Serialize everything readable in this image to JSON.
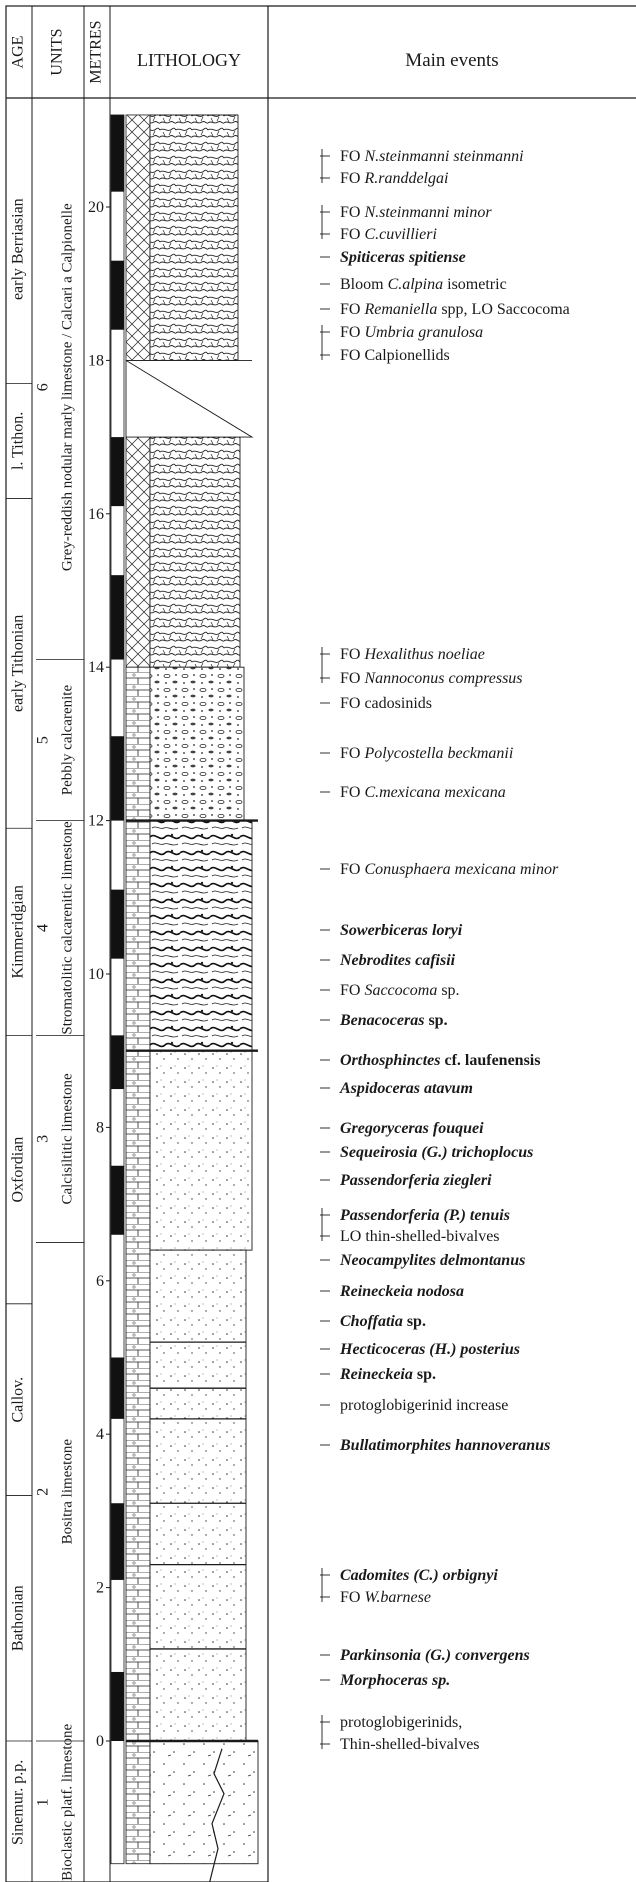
{
  "headers": {
    "age": "AGE",
    "units": "UNITS",
    "metres": "METRES",
    "lithology": "LITHOLOGY",
    "events": "Main events"
  },
  "ages": [
    {
      "label": "early Berriasian"
    },
    {
      "label": "l. Tithon."
    },
    {
      "label": "early Tithonian"
    },
    {
      "label": "Kimmeridgian"
    },
    {
      "label": "Oxfordian"
    },
    {
      "label": "Callov."
    },
    {
      "label": "Bathonian"
    },
    {
      "label": "Sinemur. p.p."
    }
  ],
  "units": [
    {
      "number": "6",
      "name": "Grey-reddish nodular marly limestone / Calcari a Calpionelle"
    },
    {
      "number": "5",
      "name": "Pebbly calcarenite"
    },
    {
      "number": "4",
      "name": "Stromatolitic calcarenitic limestone"
    },
    {
      "number": "3",
      "name": "Calcisiltitic limestone"
    },
    {
      "number": "2",
      "name": "Bositra limestone"
    },
    {
      "number": "1",
      "name": "Bioclastic platf. limestone"
    }
  ],
  "metres": [
    "20",
    "18",
    "16",
    "14",
    "12",
    "10",
    "8",
    "6",
    "4",
    "2",
    "0"
  ],
  "events": [
    {
      "prefix": "FO ",
      "name": "N.steinmanni steinmanni",
      "suffix": "",
      "style": "fo"
    },
    {
      "prefix": "FO ",
      "name": "R.randdelgai",
      "suffix": "",
      "style": "fo"
    },
    {
      "prefix": "FO ",
      "name": "N.steinmanni minor",
      "suffix": "",
      "style": "fo"
    },
    {
      "prefix": "FO ",
      "name": "C.cuvillieri",
      "suffix": "",
      "style": "fo"
    },
    {
      "prefix": "",
      "name": "Spiticeras spitiense",
      "suffix": "",
      "style": "amm"
    },
    {
      "prefix": "Bloom ",
      "name": "C.alpina",
      "suffix": " isometric",
      "style": "fo"
    },
    {
      "prefix": "FO ",
      "name": "Remaniella",
      "suffix": " spp, LO Saccocoma",
      "style": "fo"
    },
    {
      "prefix": "FO ",
      "name": "Umbria granulosa",
      "suffix": "",
      "style": "fo"
    },
    {
      "prefix": "FO Calpionellids",
      "name": "",
      "suffix": "",
      "style": "fo"
    },
    {
      "prefix": "FO ",
      "name": "Hexalithus noeliae",
      "suffix": "",
      "style": "fo"
    },
    {
      "prefix": "FO ",
      "name": "Nannoconus compressus",
      "suffix": "",
      "style": "fo"
    },
    {
      "prefix": "FO cadosinids",
      "name": "",
      "suffix": "",
      "style": "fo"
    },
    {
      "prefix": "FO ",
      "name": "Polycostella beckmanii",
      "suffix": "",
      "style": "fo"
    },
    {
      "prefix": "FO ",
      "name": "C.mexicana mexicana",
      "suffix": "",
      "style": "fo"
    },
    {
      "prefix": "FO ",
      "name": "Conusphaera mexicana minor",
      "suffix": "",
      "style": "fo"
    },
    {
      "prefix": "",
      "name": "Sowerbiceras loryi",
      "suffix": "",
      "style": "amm"
    },
    {
      "prefix": "",
      "name": "Nebrodites cafisii",
      "suffix": "",
      "style": "amm"
    },
    {
      "prefix": "FO ",
      "name": "Saccocoma",
      "suffix": " sp.",
      "style": "fo"
    },
    {
      "prefix": "",
      "name": "Benacoceras",
      "suffix": " sp.",
      "style": "amm"
    },
    {
      "prefix": "",
      "name": "Orthosphinctes",
      "suffix": " cf. laufenensis",
      "style": "amm"
    },
    {
      "prefix": "",
      "name": "Aspidoceras atavum",
      "suffix": "",
      "style": "amm"
    },
    {
      "prefix": "",
      "name": "Gregoryceras fouquei",
      "suffix": "",
      "style": "amm"
    },
    {
      "prefix": "",
      "name": "Sequeirosia (G.) trichoplocus",
      "suffix": "",
      "style": "amm"
    },
    {
      "prefix": "",
      "name": "Passendorferia ziegleri",
      "suffix": "",
      "style": "amm"
    },
    {
      "prefix": "",
      "name": "Passendorferia (P.) tenuis",
      "suffix": "",
      "style": "amm"
    },
    {
      "prefix": "LO thin-shelled-bivalves",
      "name": "",
      "suffix": "",
      "style": "fo"
    },
    {
      "prefix": "",
      "name": "Neocampylites  delmontanus",
      "suffix": "",
      "style": "amm"
    },
    {
      "prefix": "",
      "name": "Reineckeia nodosa",
      "suffix": "",
      "style": "amm"
    },
    {
      "prefix": "",
      "name": "Choffatia",
      "suffix": " sp.",
      "style": "amm"
    },
    {
      "prefix": "",
      "name": "Hecticoceras (H.) posterius",
      "suffix": "",
      "style": "amm"
    },
    {
      "prefix": "",
      "name": "Reineckeia",
      "suffix": " sp.",
      "style": "amm"
    },
    {
      "prefix": "protoglobigerinid  increase",
      "name": "",
      "suffix": "",
      "style": "fo"
    },
    {
      "prefix": "",
      "name": "Bullatimorphites hannoveranus",
      "suffix": "",
      "style": "amm"
    },
    {
      "prefix": "",
      "name": "Cadomites (C.) orbignyi",
      "suffix": "",
      "style": "amm"
    },
    {
      "prefix": "FO ",
      "name": "W.barnese",
      "suffix": "",
      "style": "fo"
    },
    {
      "prefix": "",
      "name": "Parkinsonia (G.) convergens",
      "suffix": "",
      "style": "amm"
    },
    {
      "prefix": "",
      "name": "Morphoceras sp.",
      "suffix": "",
      "style": "amm"
    },
    {
      "prefix": "protoglobigerinids,",
      "name": "",
      "suffix": "",
      "style": "fo"
    },
    {
      "prefix": "Thin-shelled-bivalves",
      "name": "",
      "suffix": "",
      "style": "fo"
    }
  ],
  "colors": {
    "ink": "#1a1a1a",
    "black_bar": "#111111",
    "paper": "#ffffff"
  }
}
